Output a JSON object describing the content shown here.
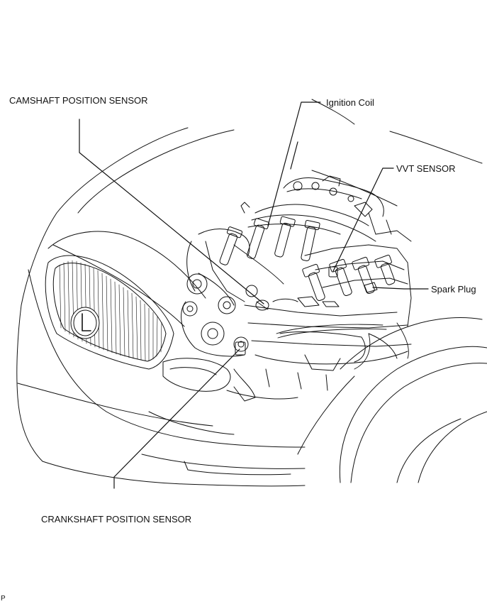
{
  "labels": {
    "camshaft": "CAMSHAFT POSITION SENSOR",
    "ignition_coil": "Ignition Coil",
    "vvt_sensor": "VVT SENSOR",
    "spark_plug": "Spark Plug",
    "crankshaft": "CRANKSHAFT POSITION SENSOR",
    "corner_mark": "P"
  },
  "colors": {
    "ink": "#111111",
    "background": "#ffffff"
  }
}
